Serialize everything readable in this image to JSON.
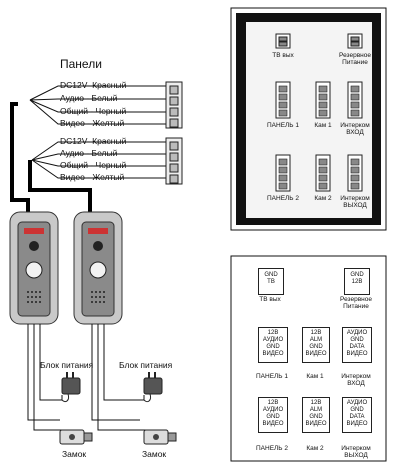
{
  "panels_title": "Панели",
  "wires_group1": [
    "DC12V- Красный",
    "Аудио - Белый",
    "Общий - Черный",
    "Видео - Желтый"
  ],
  "wires_group2": [
    "DC12V- Красный",
    "Аудио - Белый",
    "Общий - Черный",
    "Видео - Желтый"
  ],
  "psu_label_1": "Блок питания",
  "psu_label_2": "Блок питания",
  "lock_label_1": "Замок",
  "lock_label_2": "Замок",
  "top_panel": {
    "tv_out": "ТВ вых",
    "reserve_power": "Резервное Питание",
    "panel1": "ПАНЕЛЬ 1",
    "cam1": "Кам 1",
    "intercom_in": "Интерком ВХОД",
    "panel2": "ПАНЕЛЬ 2",
    "cam2": "Кам 2",
    "intercom_out": "Интерком ВЫХОД"
  },
  "bottom_panel": {
    "tv_box": [
      "GND",
      "ТВ"
    ],
    "tv_caption": "ТВ вых",
    "reserve_box": [
      "GND",
      "12В"
    ],
    "reserve_caption": "Резервное Питание",
    "panel1_box": [
      "12В",
      "АУДИО",
      "GND",
      "ВИДЕО"
    ],
    "panel1_caption": "ПАНЕЛЬ 1",
    "cam1_box": [
      "12В",
      "ALM",
      "GND",
      "ВИДЕО"
    ],
    "cam1_caption": "Кам 1",
    "intercom_in_box": [
      "АУДИО",
      "GND",
      "DATA",
      "ВИДЕО"
    ],
    "intercom_in_caption": "Интерком ВХОД",
    "panel2_box": [
      "12В",
      "АУДИО",
      "GND",
      "ВИДЕО"
    ],
    "panel2_caption": "ПАНЕЛЬ 2",
    "cam2_box": [
      "12В",
      "ALM",
      "GND",
      "ВИДЕО"
    ],
    "cam2_caption": "Кам 2",
    "intercom_out_box": [
      "АУДИО",
      "GND",
      "DATA",
      "ВИДЕО"
    ],
    "intercom_out_caption": "Интерком ВЫХОД"
  }
}
